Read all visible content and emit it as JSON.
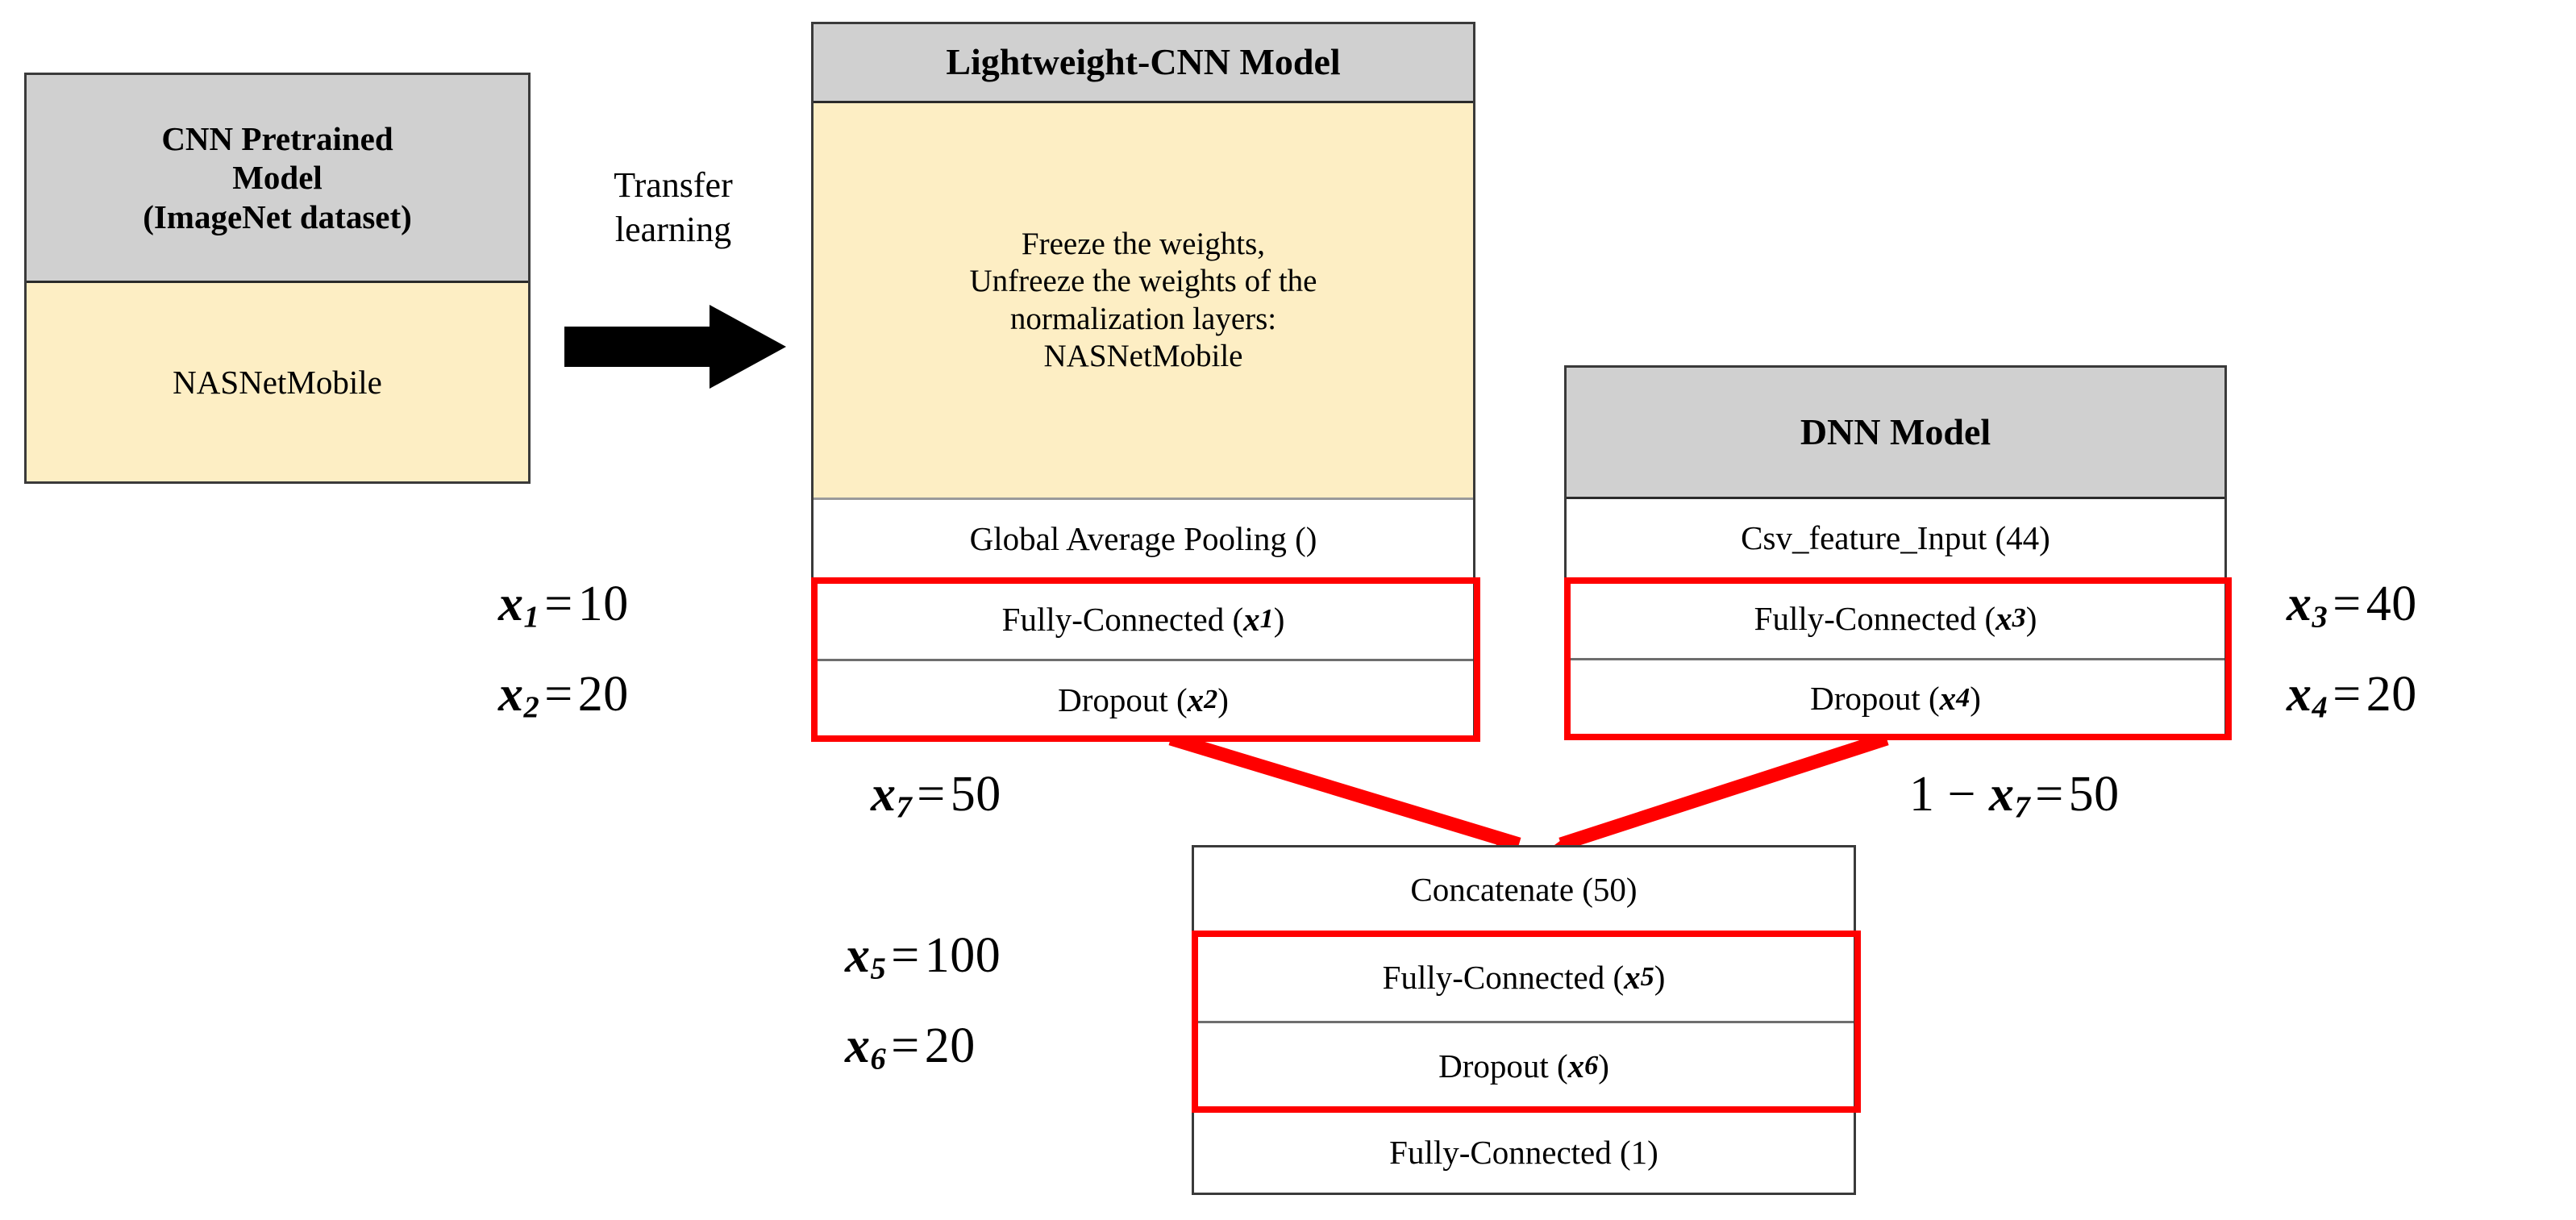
{
  "diagram": {
    "title": "Hybrid Lightweight-CNN + DNN model architecture with hyperparameters",
    "accent_red": "#ff0000",
    "header_gray": "#d0d0d0",
    "body_cream": "#fdeec4"
  },
  "pretrained_box": {
    "header_lines": "CNN Pretrained\nModel\n(ImageNet dataset)",
    "body": "NASNetMobile"
  },
  "transfer": {
    "label": "Transfer\nlearning",
    "arrow_icon": "right-arrow-icon"
  },
  "cnn_box": {
    "header": "Lightweight-CNN Model",
    "note": "Freeze the weights,\nUnfreeze the weights of the\nnormalization layers:\nNASNetMobile",
    "layers": [
      {
        "label": "Global Average Pooling ()",
        "highlighted": false
      },
      {
        "label": "Fully-Connected (",
        "var": "x",
        "sub": "1",
        "tail": ")",
        "highlighted": true
      },
      {
        "label": "Dropout (",
        "var": "x",
        "sub": "2",
        "tail": ")",
        "highlighted": true
      }
    ]
  },
  "dnn_box": {
    "header": "DNN Model",
    "layers": [
      {
        "label": "Csv_feature_Input (44)",
        "highlighted": false
      },
      {
        "label": "Fully-Connected (",
        "var": "x",
        "sub": "3",
        "tail": ")",
        "highlighted": true
      },
      {
        "label": "Dropout (",
        "var": "x",
        "sub": "4",
        "tail": ")",
        "highlighted": true
      }
    ]
  },
  "merge_box": {
    "layers": [
      {
        "label": "Concatenate (50)",
        "highlighted": false
      },
      {
        "label": "Fully-Connected (",
        "var": "x",
        "sub": "5",
        "tail": ")",
        "highlighted": true
      },
      {
        "label": "Dropout (",
        "var": "x",
        "sub": "6",
        "tail": ")",
        "highlighted": true
      },
      {
        "label": "Fully-Connected (1)",
        "highlighted": false
      }
    ]
  },
  "hyperparameters": [
    {
      "id": "x1",
      "var": "x",
      "sub": "1",
      "op": "=",
      "value": "10"
    },
    {
      "id": "x2",
      "var": "x",
      "sub": "2",
      "op": "=",
      "value": "20"
    },
    {
      "id": "x3",
      "var": "x",
      "sub": "3",
      "op": "=",
      "value": "40"
    },
    {
      "id": "x4",
      "var": "x",
      "sub": "4",
      "op": "=",
      "value": "20"
    },
    {
      "id": "x5",
      "var": "x",
      "sub": "5",
      "op": "=",
      "value": "100"
    },
    {
      "id": "x6",
      "var": "x",
      "sub": "6",
      "op": "=",
      "value": "20"
    },
    {
      "id": "x7",
      "prefix": "",
      "var": "x",
      "sub": "7",
      "op": "=",
      "value": "50"
    },
    {
      "id": "one_minus_x7",
      "prefix": "1 − ",
      "var": "x",
      "sub": "7",
      "op": "=",
      "value": "50"
    }
  ]
}
